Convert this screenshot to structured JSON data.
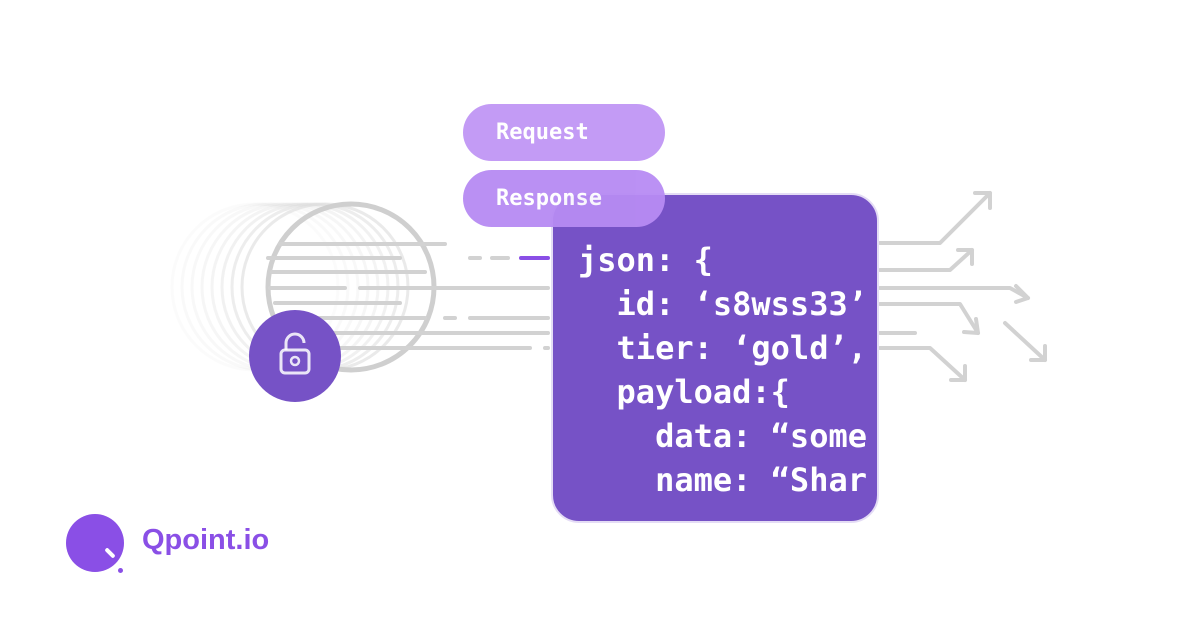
{
  "pills": {
    "request_label": "Request",
    "response_label": "Response"
  },
  "code": {
    "lines": [
      "json: {",
      "  id: ‘s8wss33’",
      "  tier: ‘gold’,",
      "  payload:{",
      "    data: “some",
      "    name: “Shar"
    ]
  },
  "brand": {
    "name": "Qpoint.io"
  },
  "icons": {
    "lock": "unlocked-padlock-icon",
    "logo": "qpoint-logo-icon"
  },
  "colors": {
    "primary_purple": "#7652c6",
    "brand_purple": "#8a4fe6",
    "pill_light": "#c39bf5",
    "line_gray": "#cfcfcf"
  }
}
